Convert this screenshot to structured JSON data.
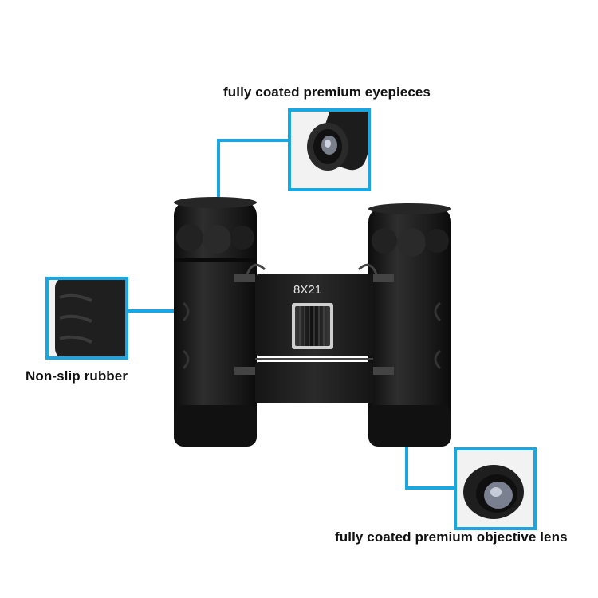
{
  "product": {
    "model_label": "8X21"
  },
  "callouts": {
    "eyepieces": "fully coated premium eyepieces",
    "rubber": "Non-slip rubber",
    "objective": "fully coated premium objective lens"
  },
  "colors": {
    "accent": "#1aa6e0",
    "body": "#1c1c1c",
    "background": "#ffffff"
  }
}
